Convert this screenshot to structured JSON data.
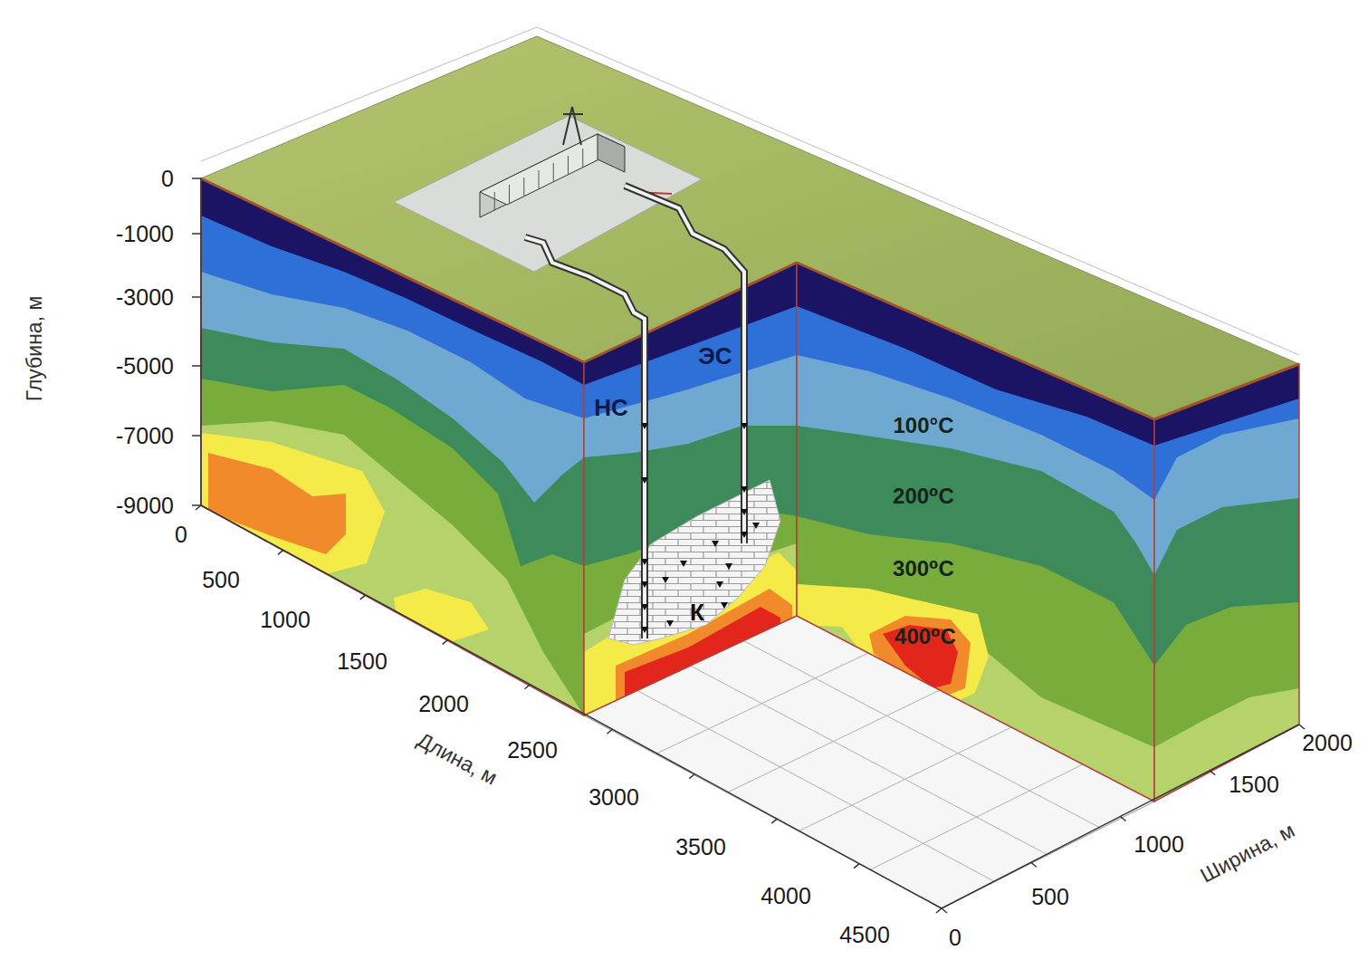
{
  "diagram": {
    "labels": [
      "Глубина, м",
      "0",
      "-1000",
      "-3000",
      "-5000",
      "-7000",
      "-9000",
      "НС",
      "ЭС",
      "100°C",
      "200⁰C",
      "300⁰C",
      "400⁰C",
      "К",
      "0",
      "500",
      "1000",
      "1500",
      "2000",
      "2500",
      "3000",
      "3500",
      "4000",
      "4500",
      "Длина, м",
      "0",
      "500",
      "1000",
      "1500",
      "2000",
      "Ширина, м"
    ]
  }
}
